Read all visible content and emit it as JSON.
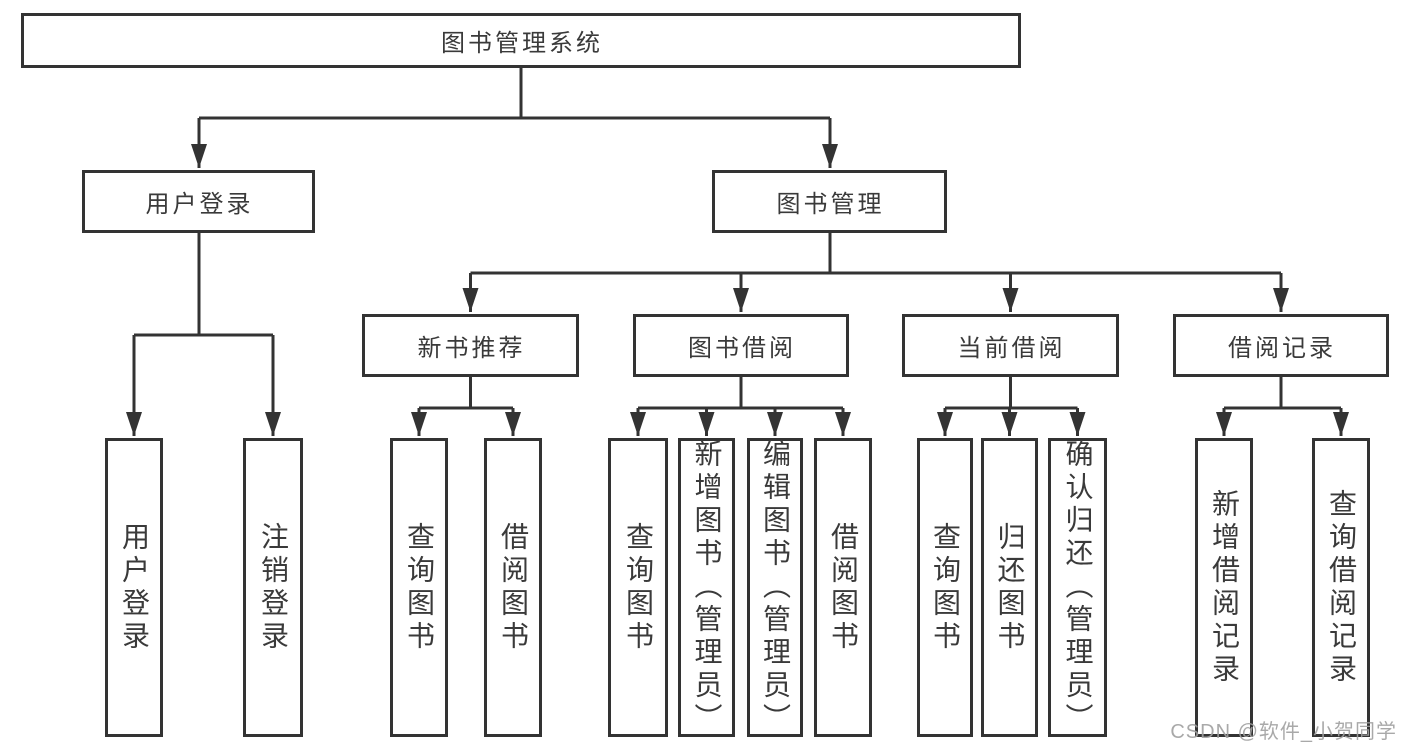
{
  "diagram": {
    "title": "图书管理系统",
    "level2": [
      {
        "label": "用户登录"
      },
      {
        "label": "图书管理"
      }
    ],
    "level3": [
      {
        "label": "新书推荐",
        "parent": "图书管理"
      },
      {
        "label": "图书借阅",
        "parent": "图书管理"
      },
      {
        "label": "当前借阅",
        "parent": "图书管理"
      },
      {
        "label": "借阅记录",
        "parent": "图书管理"
      }
    ],
    "level4": [
      {
        "label": "用户登录",
        "parent": "用户登录"
      },
      {
        "label": "注销登录",
        "parent": "用户登录"
      },
      {
        "label": "查询图书",
        "parent": "新书推荐"
      },
      {
        "label": "借阅图书",
        "parent": "新书推荐"
      },
      {
        "label": "查询图书",
        "parent": "图书借阅"
      },
      {
        "label": "新增图书（管理员）",
        "parent": "图书借阅"
      },
      {
        "label": "编辑图书（管理员）",
        "parent": "图书借阅"
      },
      {
        "label": "借阅图书",
        "parent": "图书借阅"
      },
      {
        "label": "查询图书",
        "parent": "当前借阅"
      },
      {
        "label": "归还图书",
        "parent": "当前借阅"
      },
      {
        "label": "确认归还（管理员）",
        "parent": "当前借阅"
      },
      {
        "label": "新增借阅记录",
        "parent": "借阅记录"
      },
      {
        "label": "查询借阅记录",
        "parent": "借阅记录"
      }
    ]
  },
  "watermark": {
    "text": "CSDN @软件_小贺同学"
  },
  "colors": {
    "line": "#333333",
    "text": "#3a3a3a",
    "watermark": "#a0a0a0",
    "background": "#ffffff"
  }
}
